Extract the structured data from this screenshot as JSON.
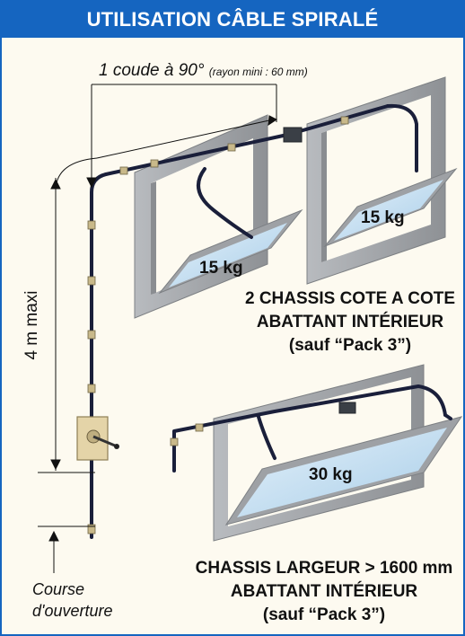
{
  "title": "UTILISATION CÂBLE SPIRALÉ",
  "elbow": {
    "main": "1 coude à 90°",
    "detail": "(rayon mini : 60 mm)"
  },
  "height_label": "4 m maxi",
  "stroke": {
    "line1": "Course",
    "line2": "d'ouverture"
  },
  "weights": {
    "left_window": "15 kg",
    "right_window": "15 kg",
    "wide_window": "30 kg"
  },
  "config1": {
    "line1": "2 CHASSIS COTE A COTE",
    "line2": "ABATTANT INTÉRIEUR",
    "line3": "(sauf “Pack 3”)"
  },
  "config2": {
    "line1": "CHASSIS LARGEUR > 1600 mm",
    "line2": "ABATTANT INTÉRIEUR",
    "line3": "(sauf “Pack 3”)"
  },
  "colors": {
    "header_bg": "#1565c0",
    "frame": "#a9acb0",
    "glass": "#bcd9ee",
    "cable": "#1a1f3a"
  }
}
